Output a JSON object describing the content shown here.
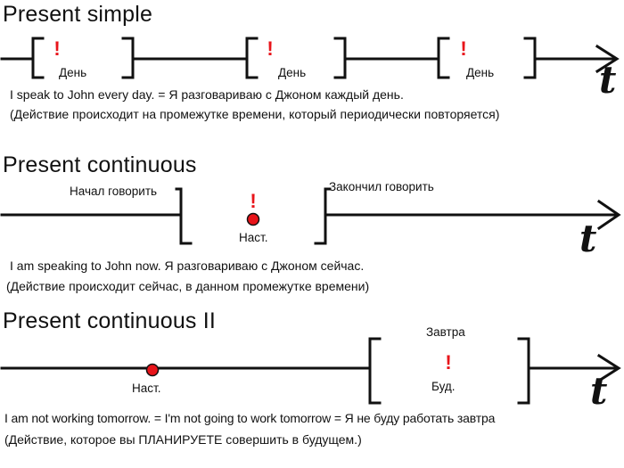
{
  "sections": [
    {
      "title": "Present simple",
      "bracket_label": "День",
      "mark_symbol": "!",
      "axis_symbol": "t",
      "sentence": "I speak to John every day. = Я разговариваю с Джоном каждый день.",
      "note": "(Действие происходит на промежутке времени, который периодически повторяется)"
    },
    {
      "title": "Present continuous",
      "start_label": "Начал говорить",
      "end_label": "Закончил говорить",
      "mark_symbol": "!",
      "now_label": "Наст.",
      "axis_symbol": "t",
      "sentence": "I am speaking to John now. Я разговариваю с Джоном сейчас.",
      "note": "(Действие происходит сейчас, в данном промежутке времени)"
    },
    {
      "title": "Present continuous II",
      "now_label": "Наст.",
      "top_label": "Завтра",
      "mark_symbol": "!",
      "bottom_label": "Буд.",
      "axis_symbol": "t",
      "sentence": "I am not working tomorrow. = I'm not going to work tomorrow = Я не буду работать завтра",
      "note": "(Действие, которое вы ПЛАНИРУЕТЕ совершить в будущем.)"
    }
  ],
  "colors": {
    "line": "#111111",
    "accent": "#e8141a"
  }
}
